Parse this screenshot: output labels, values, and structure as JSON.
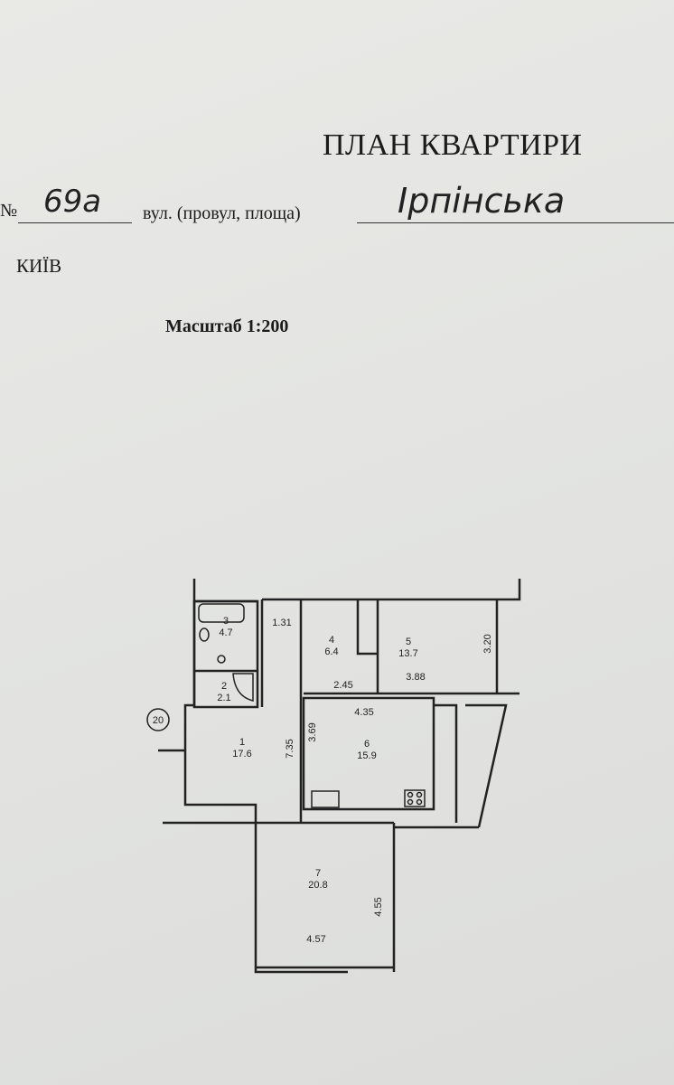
{
  "header": {
    "title": "ПЛАН КВАРТИРИ",
    "number_prefix": "№",
    "building_number": "69а",
    "street_label": "вул. (провул, площа)",
    "street_name": "Ірпінська",
    "city": "КИЇВ",
    "scale": "Масштаб 1:200"
  },
  "plan": {
    "marker": "20",
    "rooms": [
      {
        "id": "1",
        "area": "17.6"
      },
      {
        "id": "2",
        "area": "2.1"
      },
      {
        "id": "3",
        "area": "4.7"
      },
      {
        "id": "4",
        "area": "6.4"
      },
      {
        "id": "5",
        "area": "13.7"
      },
      {
        "id": "6",
        "area": "15.9"
      },
      {
        "id": "7",
        "area": "20.8"
      }
    ],
    "dimensions": {
      "corridor_width": "1.31",
      "room4_width": "2.45",
      "room5_width": "3.88",
      "room5_depth": "3.20",
      "room6_width": "4.35",
      "room6_depth": "3.69",
      "room1_length": "7.35",
      "room7_width": "4.57",
      "room7_depth": "4.55"
    }
  }
}
